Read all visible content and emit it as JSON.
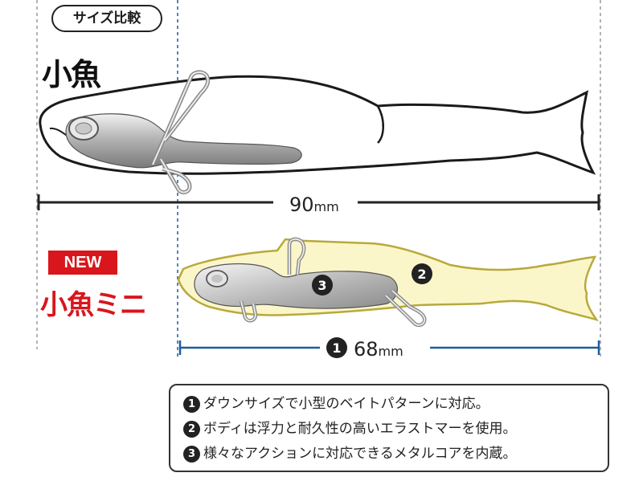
{
  "header": {
    "label": "サイズ比較"
  },
  "original": {
    "name": "小魚",
    "length_value": "90",
    "length_unit": "mm"
  },
  "mini": {
    "new_badge": "NEW",
    "name": "小魚ミニ",
    "length_value": "68",
    "length_unit": "mm",
    "length_marker": "1",
    "callout_body": "2",
    "callout_core": "3"
  },
  "notes": [
    {
      "num": "1",
      "text": "ダウンサイズで小型のベイトパターンに対応。"
    },
    {
      "num": "2",
      "text": "ボディは浮力と耐久性の高いエラストマーを使用。"
    },
    {
      "num": "3",
      "text": "様々なアクションに対応できるメタルコアを内蔵。"
    }
  ],
  "colors": {
    "mini_body": "#fbf6c9",
    "guide_gray": "#9a9a9a",
    "guide_blue": "#1f5c9e",
    "brand_red": "#d8161c"
  }
}
